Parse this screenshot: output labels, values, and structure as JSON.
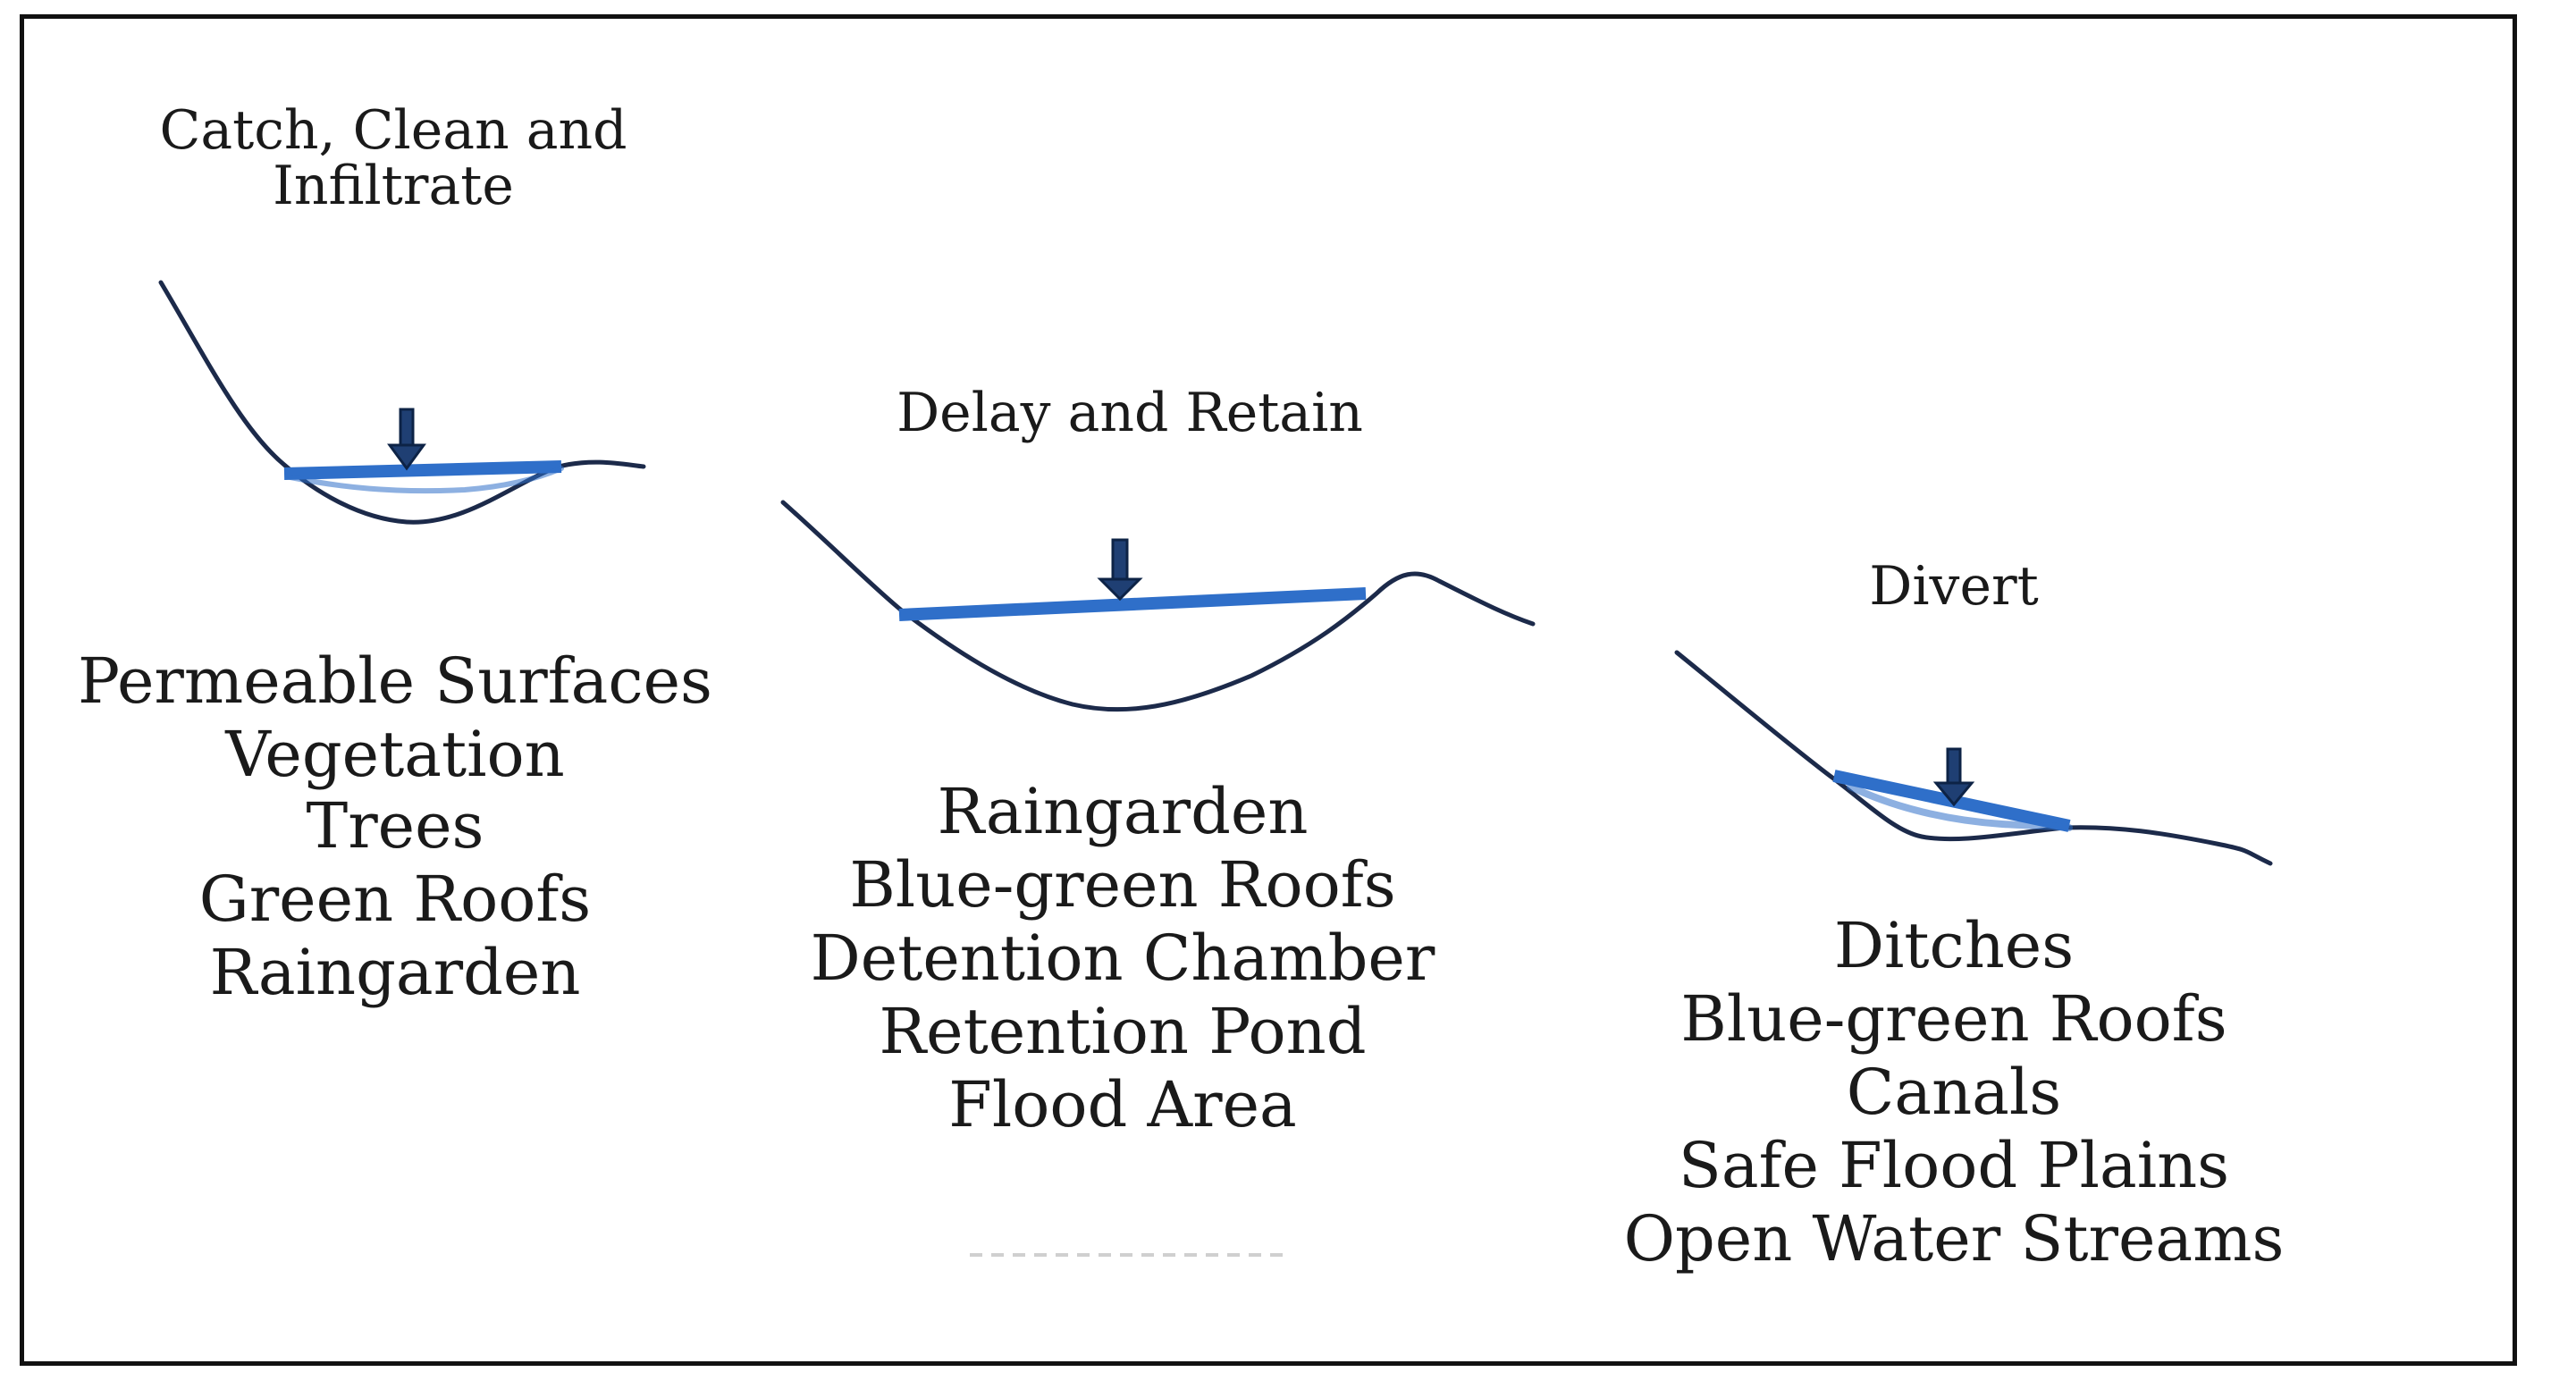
{
  "panels": [
    {
      "title_lines": [
        "Catch, Clean and",
        "Infiltrate"
      ],
      "items": [
        "Permeable Surfaces",
        "Vegetation",
        "Trees",
        "Green Roofs",
        "Raingarden"
      ]
    },
    {
      "title_lines": [
        "Delay and Retain"
      ],
      "items": [
        "Raingarden",
        "Blue-green Roofs",
        "Detention Chamber",
        "Retention Pond",
        "Flood Area"
      ]
    },
    {
      "title_lines": [
        "Divert"
      ],
      "items": [
        "Ditches",
        "Blue-green Roofs",
        "Canals",
        "Safe Flood Plains",
        "Open Water Streams"
      ]
    }
  ],
  "colors": {
    "water": "#2f6fc9",
    "terrain": "#1c2a4a",
    "arrow": "#1f3f73",
    "border": "#111111"
  }
}
